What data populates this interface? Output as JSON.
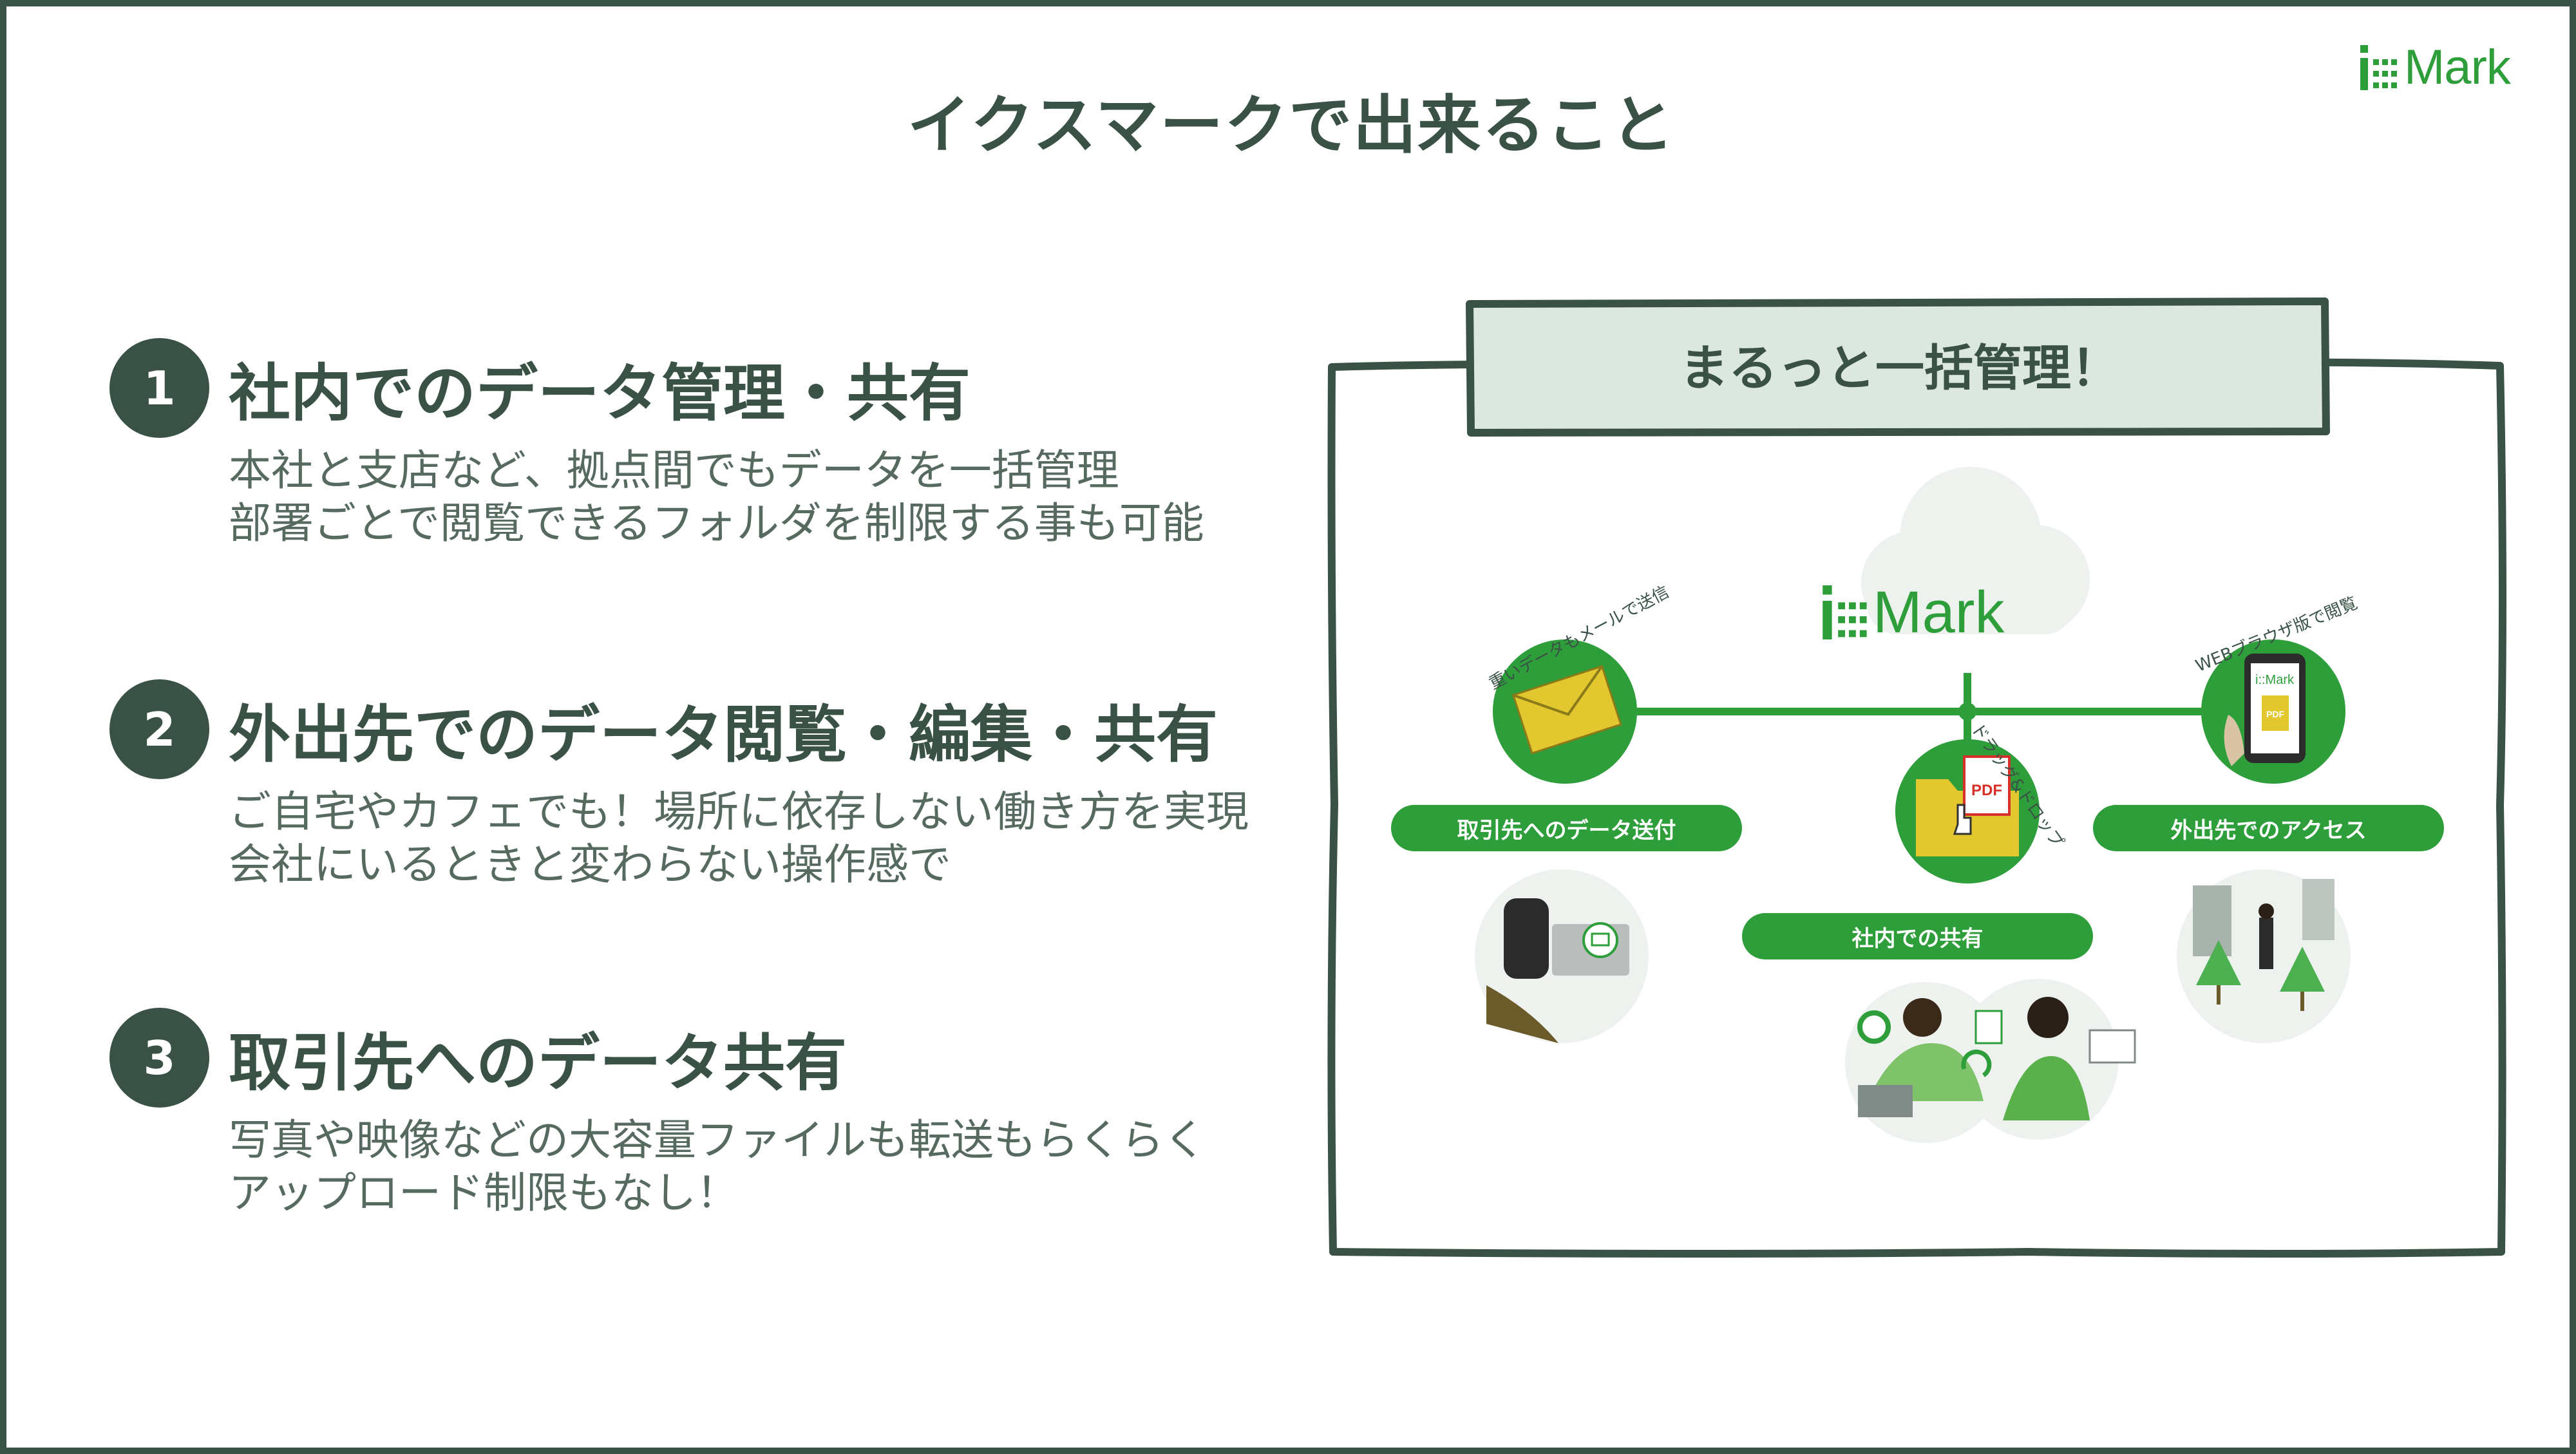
{
  "logo": {
    "text": "Mark"
  },
  "page": {
    "title": "イクスマークで出来ること"
  },
  "features": [
    {
      "number": "1",
      "heading": "社内でのデータ管理・共有",
      "lines": [
        "本社と支店など、拠点間でもデータを一括管理",
        "部署ごとで閲覧できるフォルダを制限する事も可能"
      ]
    },
    {
      "number": "2",
      "heading": "外出先でのデータ閲覧・編集・共有",
      "lines": [
        "ご自宅やカフェでも！場所に依存しない働き方を実現",
        "会社にいるときと変わらない操作感で"
      ]
    },
    {
      "number": "3",
      "heading": "取引先へのデータ共有",
      "lines": [
        "写真や映像などの大容量ファイルも転送もらくらく",
        "アップロード制限もなし！"
      ]
    }
  ],
  "diagram": {
    "banner": "まるっと一括管理！",
    "cloud_logo": "Mark",
    "left_caption": "重いデータもメールで送信",
    "right_caption": "WEBブラウザ版で閲覧",
    "center_caption": "ドラッグ&ドロップ",
    "phone_logo": "Mark",
    "pdf_label": "PDF",
    "phone_pdf_label": "PDF",
    "badges": {
      "left": "取引先へのデータ送付",
      "center": "社内での共有",
      "right": "外出先でのアクセス"
    },
    "colors": {
      "primary": "#2e9e3a",
      "dark": "#3a5246",
      "banner_bg": "#dde7e2",
      "yellow": "#e2c72e"
    }
  }
}
